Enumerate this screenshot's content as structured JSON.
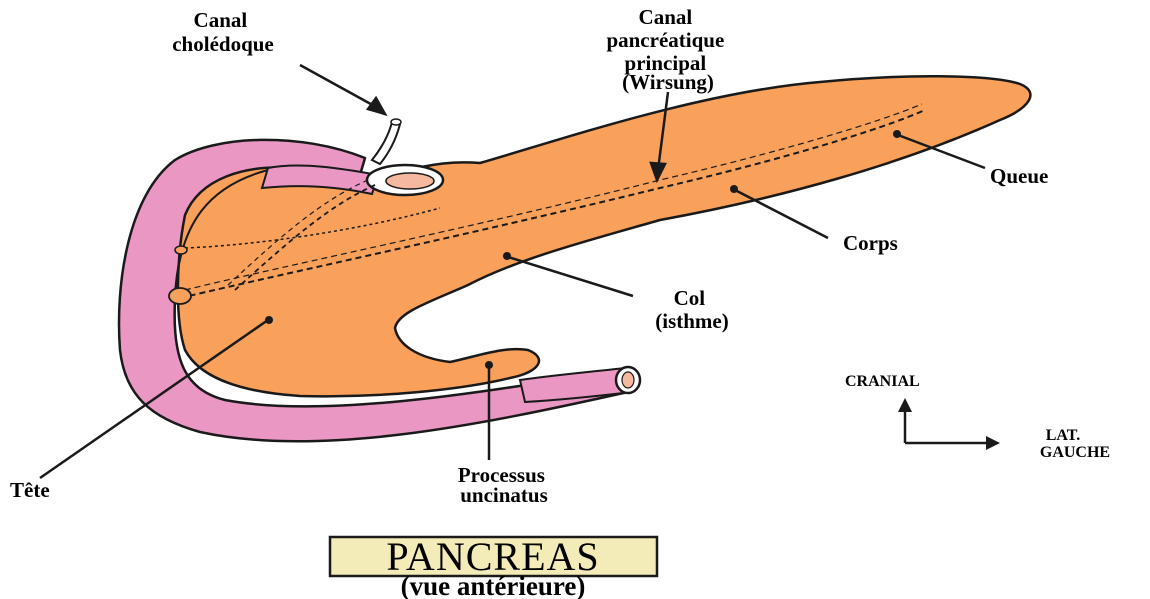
{
  "labels": {
    "canal_choledoque": [
      "Canal",
      "cholédoque"
    ],
    "canal_pancreatique": [
      "Canal",
      "pancréatique",
      "principal",
      "(Wirsung)"
    ],
    "queue": "Queue",
    "corps": "Corps",
    "col": [
      "Col",
      "(isthme)"
    ],
    "tete": "Tête",
    "processus": [
      "Processus",
      "uncinatus"
    ]
  },
  "orientation": {
    "cranial": "CRANIAL",
    "lateral": [
      "LAT.",
      "GAUCHE"
    ]
  },
  "title": "PANCREAS",
  "subtitle": "(vue antérieure)",
  "colors": {
    "pancreas": "#f9a05a",
    "duodenum": "#ea97c4",
    "title_box": "#f3ebb8",
    "outline": "#1a1a1a"
  }
}
